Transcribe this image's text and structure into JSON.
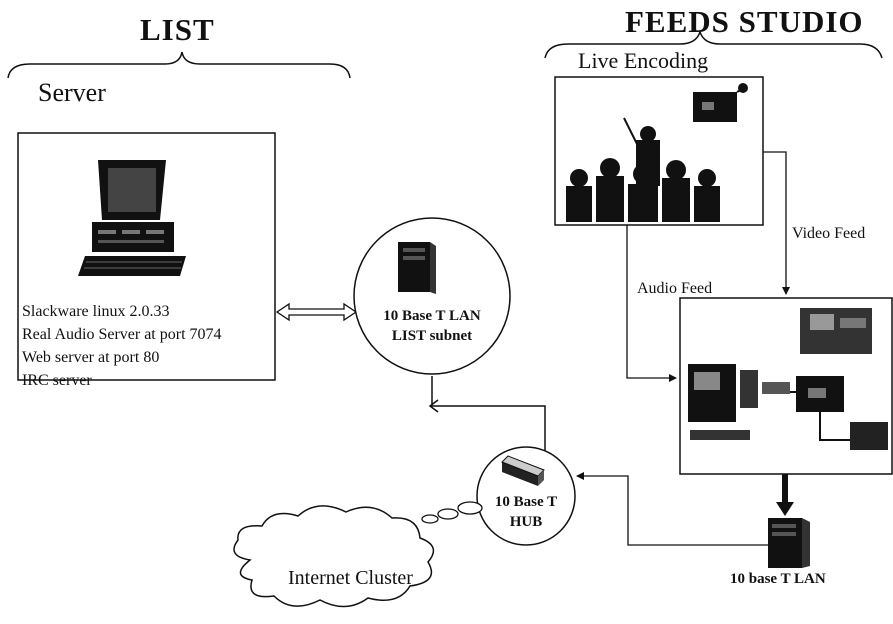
{
  "list": {
    "title": "LIST",
    "server_heading": "Server",
    "server_specs": [
      "Slackware linux 2.0.33",
      "Real Audio Server at port 7074",
      "Web server at port 80",
      "IRC server"
    ]
  },
  "studio": {
    "title": "FEEDS STUDIO",
    "subtitle": "Live Encoding"
  },
  "lan_node": {
    "line1": "10 Base T LAN",
    "line2": "LIST subnet"
  },
  "hub_node": {
    "line1": "10 Base T",
    "line2": "HUB"
  },
  "cloud": {
    "label": "Internet Cluster"
  },
  "feeds": {
    "video": "Video Feed",
    "audio": "Audio Feed"
  },
  "studio_lan": {
    "label": "10 base T LAN"
  },
  "icons": [
    "computer-icon",
    "presenter-audience-icon",
    "video-camera-icon",
    "server-tower-icon",
    "hub-device-icon",
    "encoding-equipment-icon"
  ]
}
